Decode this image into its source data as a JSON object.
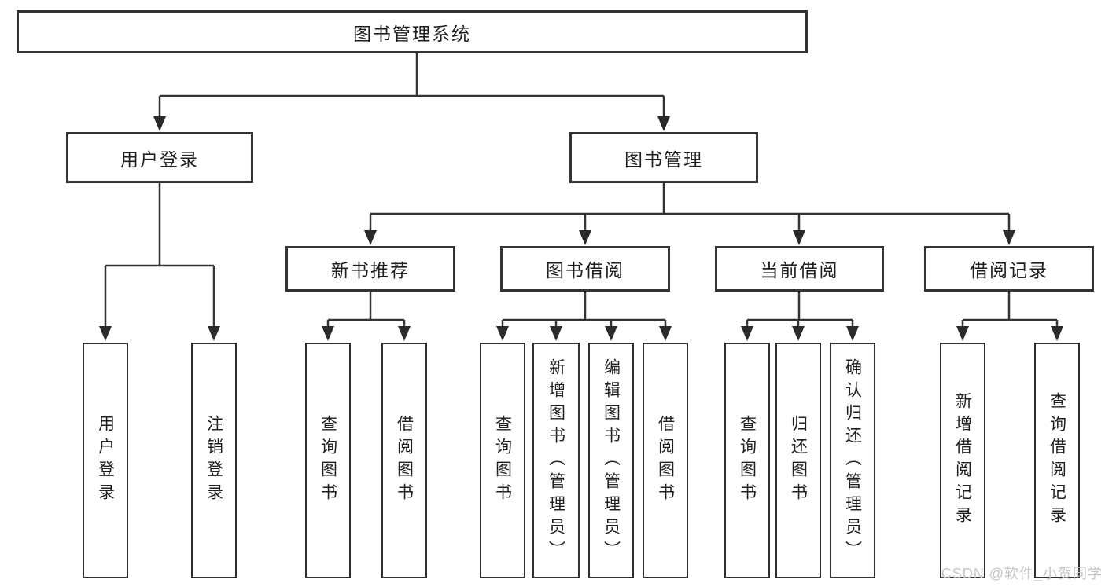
{
  "tree": {
    "root": {
      "label": "图书管理系统",
      "children": [
        {
          "label": "用户登录",
          "children": [
            {
              "label": "用户登录"
            },
            {
              "label": "注销登录"
            }
          ]
        },
        {
          "label": "图书管理",
          "children": [
            {
              "label": "新书推荐",
              "children": [
                {
                  "label": "查询图书"
                },
                {
                  "label": "借阅图书"
                }
              ]
            },
            {
              "label": "图书借阅",
              "children": [
                {
                  "label": "查询图书"
                },
                {
                  "label": "新增图书（管理员）"
                },
                {
                  "label": "编辑图书（管理员）"
                },
                {
                  "label": "借阅图书"
                }
              ]
            },
            {
              "label": "当前借阅",
              "children": [
                {
                  "label": "查询图书"
                },
                {
                  "label": "归还图书"
                },
                {
                  "label": "确认归还（管理员）"
                }
              ]
            },
            {
              "label": "借阅记录",
              "children": [
                {
                  "label": "新增借阅记录"
                },
                {
                  "label": "查询借阅记录"
                }
              ]
            }
          ]
        }
      ]
    }
  },
  "watermark": "CSDN @软件_小贺同学",
  "colors": {
    "line": "#333333",
    "box_border": "#333333",
    "text": "#1f1f1f",
    "watermark": "#c6c6cb",
    "background": "#ffffff"
  }
}
